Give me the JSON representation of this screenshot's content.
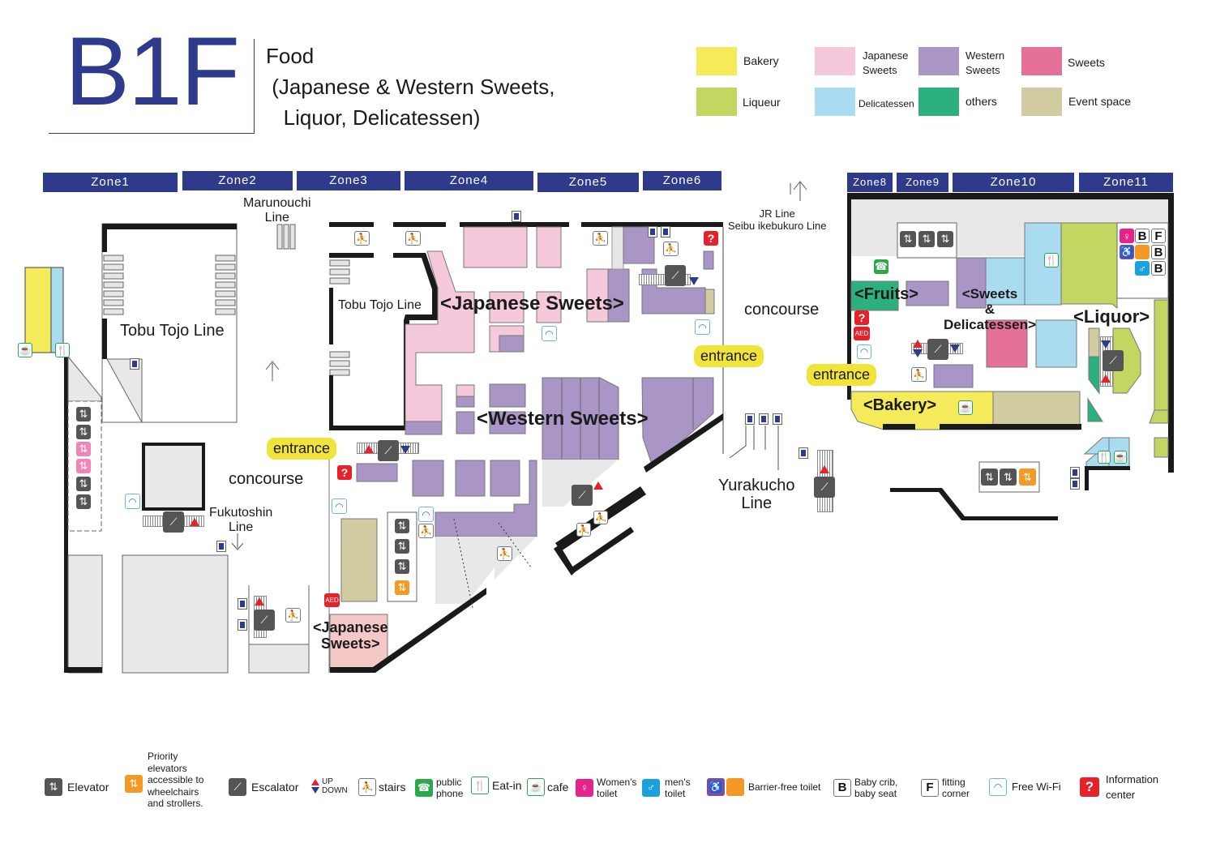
{
  "header": {
    "floor_id": "B1F",
    "description": "Food\n (Japanese & Western Sweets,\n   Liquor, Delicatessen)"
  },
  "color_legend": [
    {
      "label": "Bakery",
      "color": "#f4ea5a"
    },
    {
      "label": "Japanese\nSweets",
      "color": "#f5c8dc"
    },
    {
      "label": "Western\nSweets",
      "color": "#a996c6"
    },
    {
      "label": "Sweets",
      "color": "#e57199"
    },
    {
      "label": "Liqueur",
      "color": "#c3d662"
    },
    {
      "label": "Delicatessen",
      "color": "#a9dcf1"
    },
    {
      "label": "others",
      "color": "#2bb07e"
    },
    {
      "label": "Event space",
      "color": "#d1cca1"
    }
  ],
  "zones": [
    "Zone1",
    "Zone2",
    "Zone3",
    "Zone4",
    "Zone5",
    "Zone6",
    "Zone8",
    "Zone9",
    "Zone10",
    "Zone11"
  ],
  "map_labels": {
    "marunouchi": "Marunouchi\nLine",
    "tobu_tojo_1": "Tobu Tojo Line",
    "tobu_tojo_2": "Tobu Tojo Line",
    "jr_line": "JR Line\nSeibu ikebukuro Line",
    "concourse_1": "concourse",
    "concourse_2": "concourse",
    "fukutoshin": "Fukutoshin\nLine",
    "yurakucho": "Yurakucho\nLine",
    "entrance": "entrance"
  },
  "areas": {
    "japanese_sweets": "<Japanese Sweets>",
    "western_sweets": "<Western Sweets>",
    "japanese_sweets_small": "<Japanese\nSweets>",
    "fruits": "<Fruits>",
    "sweets_deli": "<Sweets\n&\nDelicatessen>",
    "liquor": "<Liquor>",
    "bakery": "<Bakery>"
  },
  "icon_legend": [
    {
      "icon": "elevator-icon",
      "label": "Elevator"
    },
    {
      "icon": "priority-elevator-icon",
      "label": "Priority\nelevators\naccessible to\nwheelchairs\nand strollers."
    },
    {
      "icon": "escalator-icon",
      "label": "Escalator"
    },
    {
      "icon": "up-down-icon",
      "label": "UP\nDOWN"
    },
    {
      "icon": "stairs-icon",
      "label": "stairs"
    },
    {
      "icon": "public-phone-icon",
      "label": "public\nphone"
    },
    {
      "icon": "eat-in-icon",
      "label": "Eat-in"
    },
    {
      "icon": "cafe-icon",
      "label": "cafe"
    },
    {
      "icon": "womens-toilet-icon",
      "label": "Women's\ntoilet"
    },
    {
      "icon": "mens-toilet-icon",
      "label": "men's\ntoilet"
    },
    {
      "icon": "barrier-free-toilet-icon",
      "label": "Barrier-free toilet"
    },
    {
      "icon": "baby-crib-icon",
      "label": "Baby crib,\nbaby seat"
    },
    {
      "icon": "fitting-corner-icon",
      "label": "fitting\ncorner"
    },
    {
      "icon": "free-wifi-icon",
      "label": "Free Wi-Fi"
    },
    {
      "icon": "information-center-icon",
      "label": "Information\ncenter"
    }
  ],
  "glyphs": {
    "elevator": "⇅",
    "escalator": "⟋",
    "info": "?",
    "aed": "AED",
    "wifi": "◠",
    "stairs": "⛹",
    "eat": "🍴",
    "cafe": "☕",
    "phone": "☎",
    "woman": "♀",
    "man": "♂",
    "wheelchair": "♿",
    "B": "B",
    "F": "F",
    "arrow_up": "↑",
    "arrow_down": "↓"
  }
}
